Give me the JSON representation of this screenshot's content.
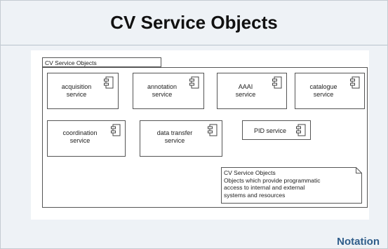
{
  "title": "CV Service Objects",
  "package": {
    "name": "CV Service Objects"
  },
  "components": [
    {
      "id": "acquisition",
      "lines": [
        "acquisition",
        "service"
      ]
    },
    {
      "id": "annotation",
      "lines": [
        "annotation",
        "service"
      ]
    },
    {
      "id": "aaai",
      "lines": [
        "AAAI",
        "service"
      ]
    },
    {
      "id": "catalogue",
      "lines": [
        "catalogue",
        "service"
      ]
    },
    {
      "id": "coordination",
      "lines": [
        "coordination",
        "service"
      ]
    },
    {
      "id": "data-transfer",
      "lines": [
        "data transfer",
        "service"
      ]
    },
    {
      "id": "pid",
      "lines": [
        "PID service"
      ]
    }
  ],
  "note": {
    "lines": [
      "CV Service Objects",
      "Objects which provide programmatic",
      "access to internal and external",
      "systems and resources"
    ]
  },
  "footer": {
    "notation_label": "Notation"
  }
}
